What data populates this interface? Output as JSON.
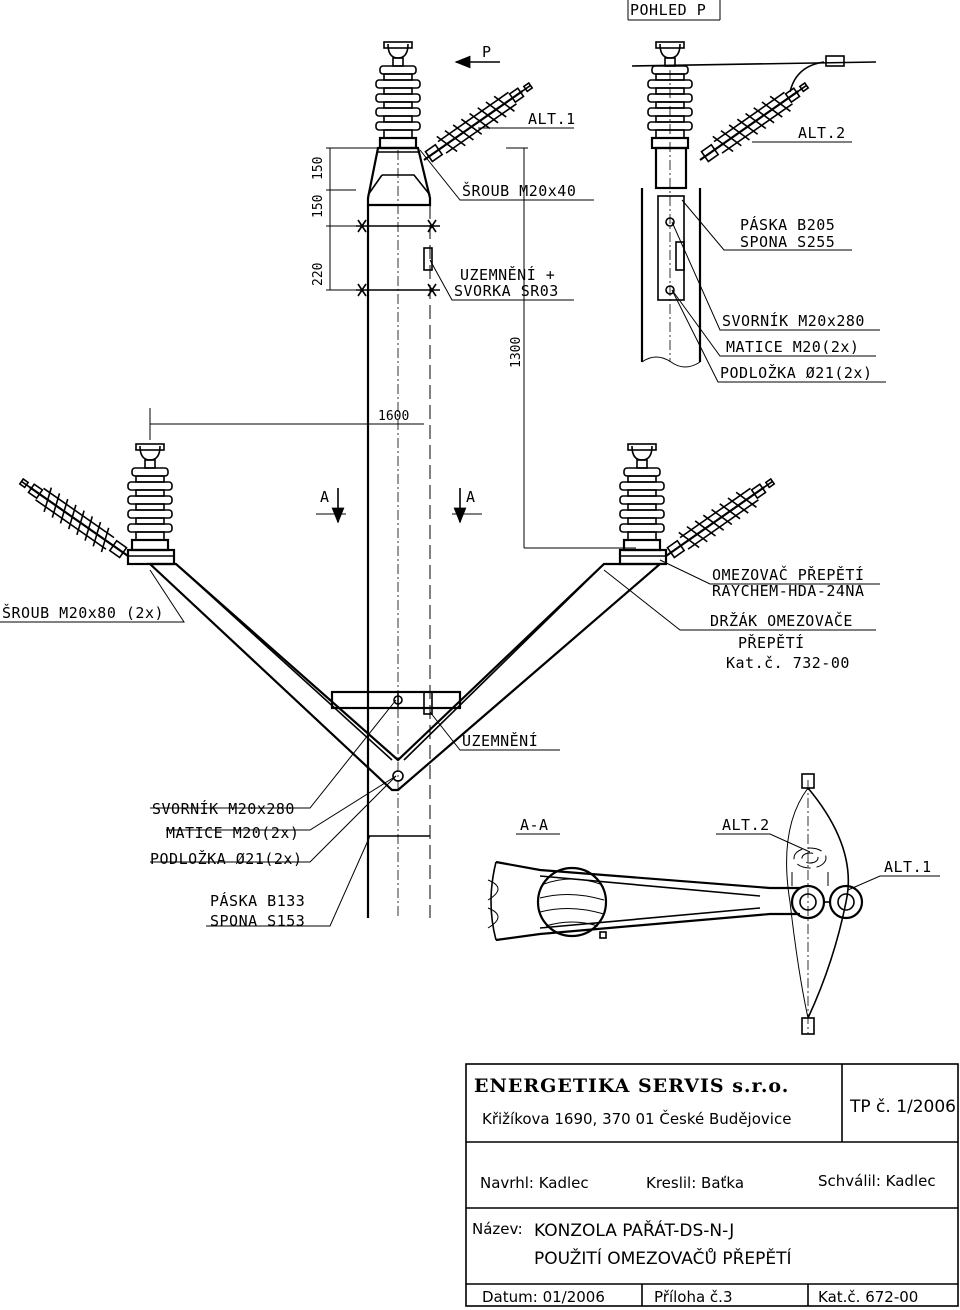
{
  "view_label": "POHLED P",
  "arrow_p": "P",
  "alt1": "ALT.1",
  "alt2": "ALT.2",
  "labels": {
    "sroub_m20x40": "ŠROUB M20x40",
    "uzemneni_svorka_1": "UZEMNĚNÍ +",
    "uzemneni_svorka_2": "SVORKA SR03",
    "paska_b205": "PÁSKA B205",
    "spona_s255": "SPONA S255",
    "svornik_top": "SVORNÍK M20x280",
    "matice_top": "MATICE M20(2x)",
    "podlozka_top": "PODLOŽKA Ø21(2x)",
    "section_a_left": "A",
    "section_a_right": "A",
    "sroub_m20x80": "ŠROUB M20x80 (2x)",
    "omezovac_1": "OMEZOVAČ PŘEPĚTÍ",
    "omezovac_2": "RAYCHEM-HDA-24NA",
    "drzak_1": "DRŽÁK OMEZOVAČE",
    "drzak_2": "PŘEPĚTÍ",
    "drzak_3": "Kat.č. 732-00",
    "uzemneni": "UZEMNĚNÍ",
    "svornik_bottom": "SVORNÍK M20x280",
    "matice_bottom": "MATICE M20(2x)",
    "podlozka_bottom": "PODLOŽKA Ø21(2x)",
    "paska_b133": "PÁSKA B133",
    "spona_s153": "SPONA S153",
    "section_aa": "A-A",
    "alt2_section": "ALT.2",
    "alt1_section": "ALT.1"
  },
  "dimensions": {
    "d220": "220",
    "d150a": "150",
    "d150b": "150",
    "d1300": "1300",
    "d1600": "1600"
  },
  "title_block": {
    "company": "ENERGETIKA SERVIS s.r.o.",
    "address": "Křižíkova 1690, 370 01  České Budějovice",
    "tp": "TP č. 1/2006",
    "navrhl": "Navrhl: Kadlec",
    "kreslil": "Kreslil: Baťka",
    "schvalil": "Schválil: Kadlec",
    "nazev_label": "Název:",
    "nazev_1": "KONZOLA PAŘÁT-DS-N-J",
    "nazev_2": "POUŽITÍ OMEZOVAČŮ PŘEPĚTÍ",
    "datum": "Datum: 01/2006",
    "priloha": "Příloha č.3",
    "katc": "Kat.č. 672-00"
  }
}
